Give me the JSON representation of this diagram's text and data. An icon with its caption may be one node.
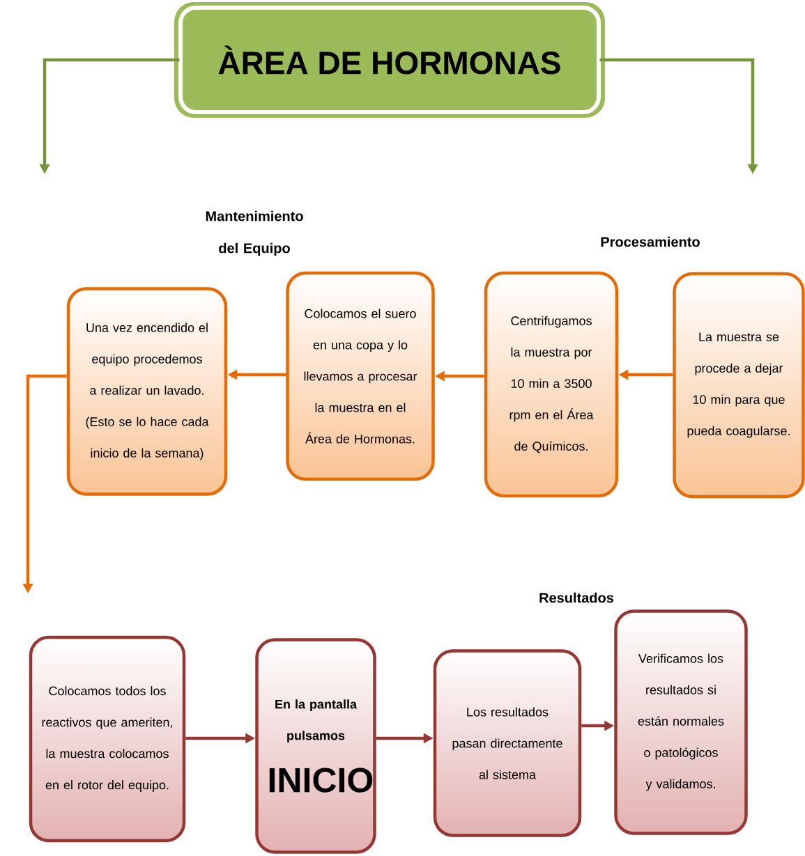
{
  "diagram": {
    "nodes": [
      {
        "text": [
          "ÀREA DE HORMONAS"
        ]
      },
      {
        "text": [
          "La muestra se procede a dejar 10 min para que pueda coagularse."
        ]
      },
      {
        "text": [
          "Centrifugamos la muestra por 10 min a 3500 rpm en el Área de Químicos."
        ]
      },
      {
        "text": [
          "Colocamos el suero en una copa y lo llevamos a procesar la muestra en el Área de Hormonas."
        ]
      },
      {
        "text": [
          "Una vez encendido el equipo procedemos a realizar un lavado. (Esto se lo hace cada inicio de la semana)"
        ]
      },
      {
        "text": [
          "Colocamos todos los reactivos que ameriten, la muestra colocamos en el rotor del equipo."
        ]
      },
      {
        "text": [
          "En la pantalla pulsamos",
          "INICIO"
        ]
      },
      {
        "text": [
          "Los resultados pasan directamente al sistema"
        ]
      },
      {
        "text": [
          "Verificamos los resultados si están normales o patológicos y validamos."
        ]
      }
    ],
    "edges": [
      {
        "from": 0,
        "to": null,
        "arrow": "to",
        "color": "#77933c"
      },
      {
        "from": 0,
        "to": null,
        "arrow": "to",
        "color": "#77933c"
      },
      {
        "from": 1,
        "to": 2,
        "arrow": "to",
        "color": "#e36c09"
      },
      {
        "from": 2,
        "to": 3,
        "arrow": "to",
        "color": "#e36c09"
      },
      {
        "from": 3,
        "to": 4,
        "arrow": "to",
        "color": "#e36c09"
      },
      {
        "from": 4,
        "to": null,
        "arrow": "to",
        "color": "#e36c09"
      },
      {
        "from": 5,
        "to": 6,
        "arrow": "to",
        "color": "#953735"
      },
      {
        "from": 6,
        "to": 7,
        "arrow": "to",
        "color": "#953735"
      },
      {
        "from": 7,
        "to": 8,
        "arrow": "to",
        "color": "#953735"
      }
    ],
    "labels": [
      "Mantenimiento del Equipo",
      "Procesamiento",
      "Resultados"
    ]
  }
}
